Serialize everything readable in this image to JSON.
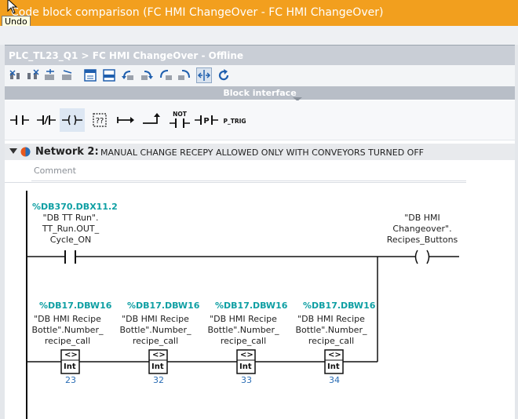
{
  "window": {
    "title": "Code block comparison (FC HMI ChangeOver - FC HMI ChangeOver)",
    "tooltip": "Undo"
  },
  "breadcrumb": "PLC_TL23_Q1 > FC HMI ChangeOver - Offline",
  "toolbar": {
    "icons": [
      "disconnect-icon",
      "disconnect-all-icon",
      "compare-icon",
      "compare-all-icon",
      "window-icon",
      "navigate-icon",
      "prev-difference-icon",
      "next-difference-icon",
      "assign-left-icon",
      "assign-right-icon",
      "sync-scroll-icon",
      "refresh-icon"
    ]
  },
  "block_interface": {
    "label": "Block interface"
  },
  "instructions": {
    "items": [
      "NO contact",
      "NC contact",
      "Coil",
      "Empty box",
      "Open branch",
      "Close branch",
      "NOT",
      "P",
      "P_TRIG"
    ],
    "not_label": "NOT",
    "p_label": "P",
    "ptrig_label": "P_TRIG"
  },
  "network": {
    "title": "Network 2:",
    "description": "MANUAL CHANGE RECEPY ALLOWED ONLY WITH CONVEYORS TURNED OFF",
    "comment_placeholder": "Comment",
    "contact": {
      "address": "%DB370.DBX11.2",
      "symbol": [
        "\"DB TT Run\".",
        "TT_Run.OUT_",
        "Cycle_ON"
      ]
    },
    "coil": {
      "symbol": [
        "\"DB HMI",
        "Changeover\".",
        "Recipes_Buttons"
      ]
    },
    "comparators": [
      {
        "address": "%DB17.DBW16",
        "symbol": [
          "\"DB HMI Recipe",
          "Bottle\".Number_",
          "recipe_call"
        ],
        "operator": "<>",
        "type": "Int",
        "value": "23"
      },
      {
        "address": "%DB17.DBW16",
        "symbol": [
          "\"DB HMI Recipe",
          "Bottle\".Number_",
          "recipe_call"
        ],
        "operator": "<>",
        "type": "Int",
        "value": "32"
      },
      {
        "address": "%DB17.DBW16",
        "symbol": [
          "\"DB HMI Recipe",
          "Bottle\".Number_",
          "recipe_call"
        ],
        "operator": "<>",
        "type": "Int",
        "value": "33"
      },
      {
        "address": "%DB17.DBW16",
        "symbol": [
          "\"DB HMI Recipe",
          "Bottle\".Number_",
          "recipe_call"
        ],
        "operator": "<>",
        "type": "Int",
        "value": "34"
      }
    ]
  },
  "colors": {
    "titlebar": "#f29f1e",
    "address": "#0e9fa3",
    "value": "#2a6db5"
  }
}
